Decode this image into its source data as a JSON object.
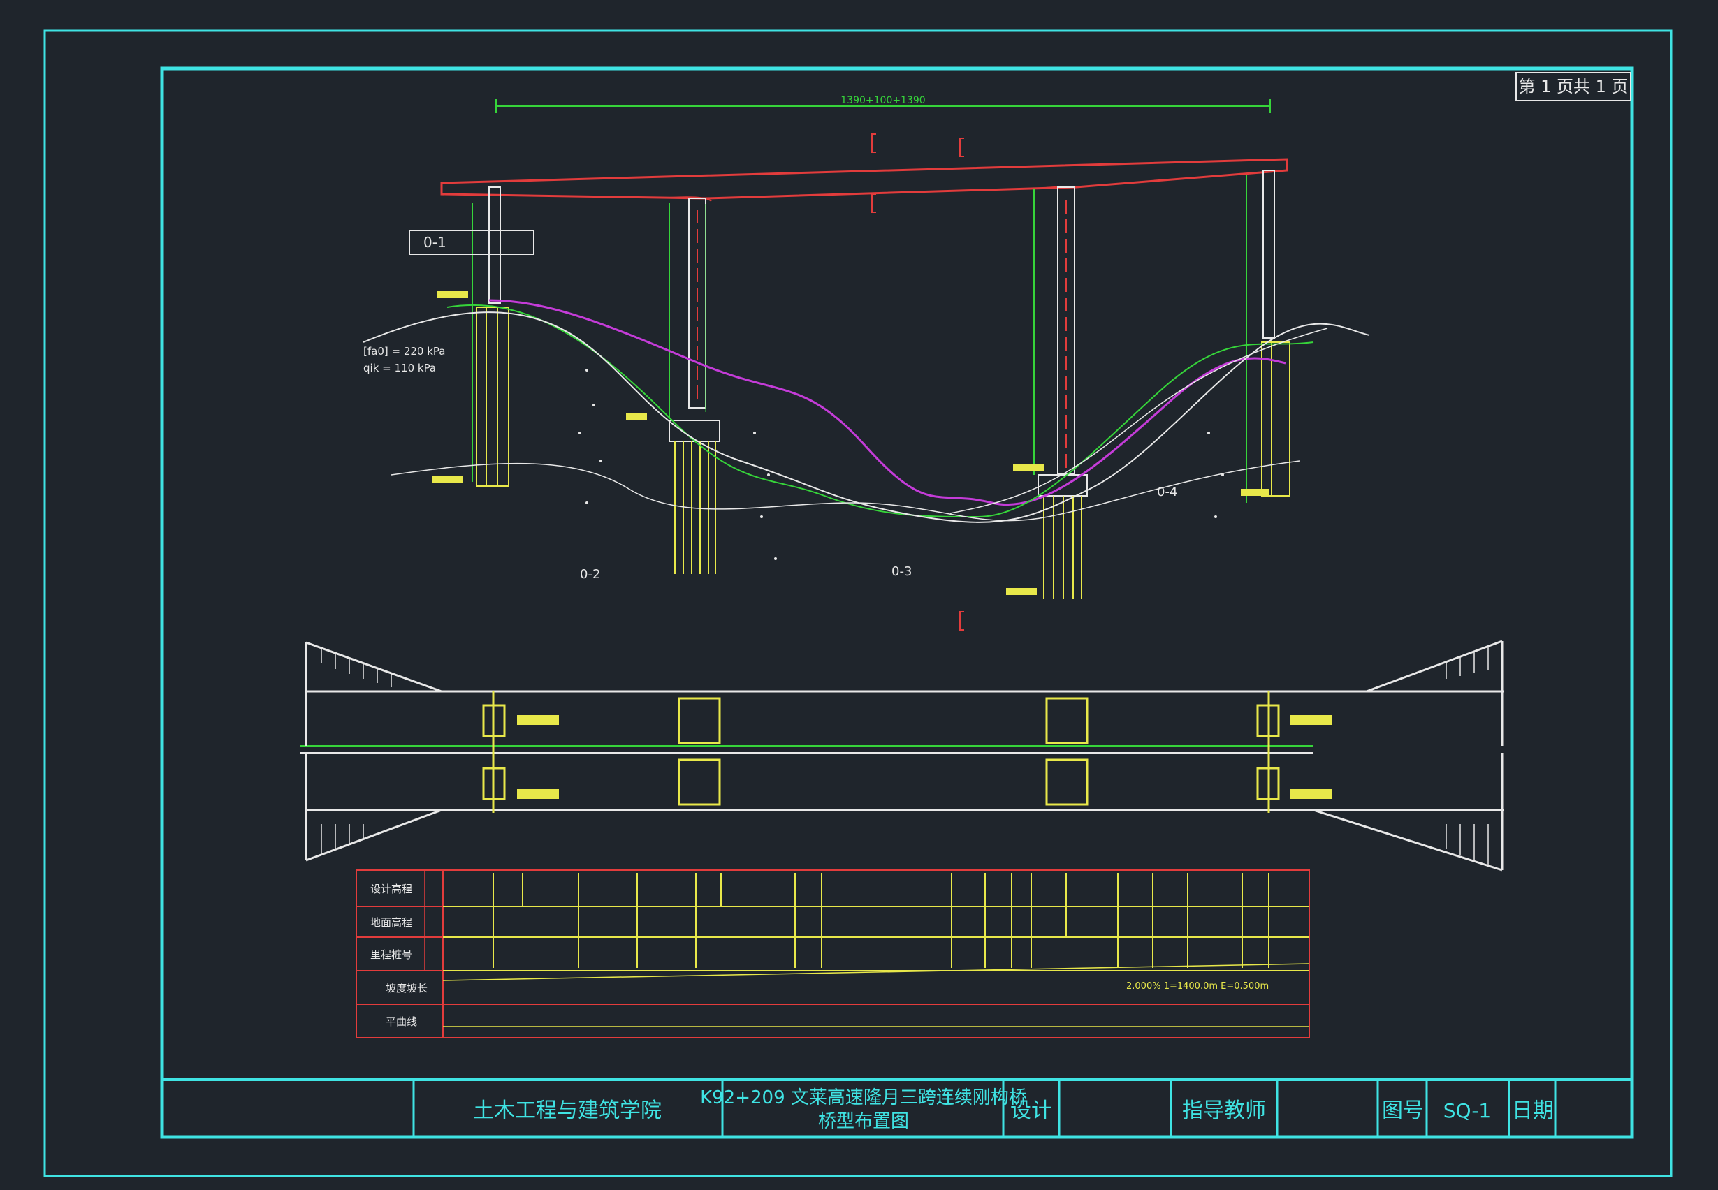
{
  "page_label": "第 1 页共 1 页",
  "title_block": {
    "school": "土木工程与建筑学院",
    "project_line1": "K92+209 文莱高速隆月三跨连续刚构桥",
    "project_line2": "桥型布置图",
    "design_label": "设计",
    "design_value": "",
    "advisor_label": "指导教师",
    "advisor_value": "",
    "drawing_no_label": "图号",
    "drawing_no_value": "SQ-1",
    "date_label": "日期",
    "date_value": ""
  },
  "elevation": {
    "top_dim_label": "1390+100+1390",
    "abutment_labels": [
      "0-1",
      "0-4"
    ],
    "pier_labels": [
      "0-2",
      "0-3"
    ],
    "bearing_values": [
      "[fa0] = 220 kPa",
      "qik = 110 kPa"
    ]
  },
  "profile_table": {
    "row_labels": [
      "设计高程",
      "地面高程",
      "里程桩号",
      "坡度坡长",
      "平曲线"
    ],
    "grade_note": "2.000%  1=1400.0m  E=0.500m"
  },
  "colors": {
    "frame": "#3fe3e3",
    "beam": "#e23c3c",
    "pier": "#e8e8e8",
    "ground_green": "#36d43a",
    "ground_magenta": "#c43cd8",
    "annotation": "#e8e84a"
  }
}
